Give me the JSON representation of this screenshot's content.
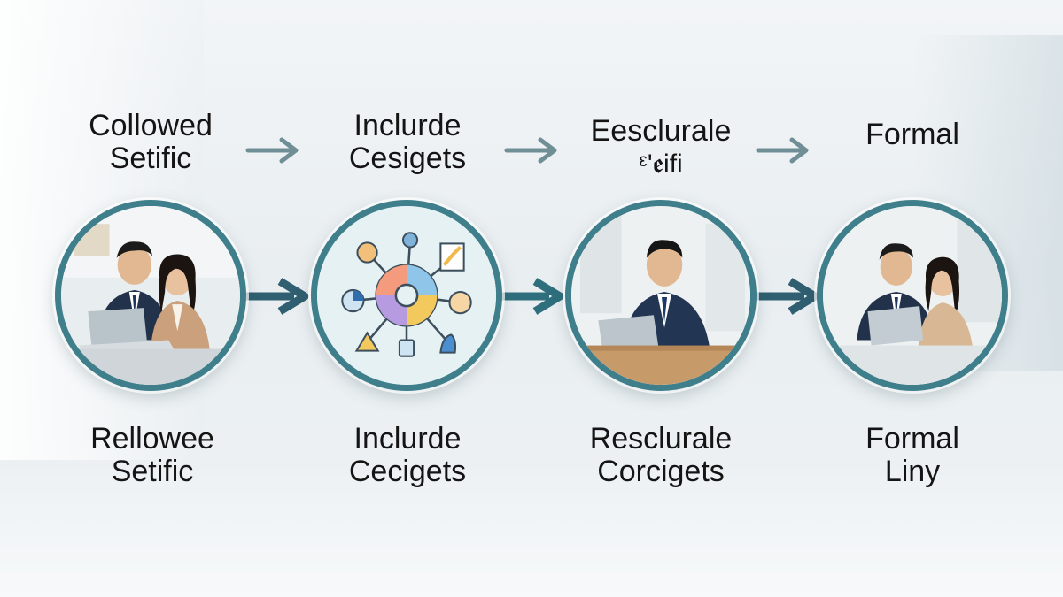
{
  "steps": [
    {
      "top": [
        "Collowed",
        "Setific"
      ],
      "bottom": [
        "Rellowee",
        "Setific"
      ],
      "image": "two-people-laptop-photo"
    },
    {
      "top": [
        "Inclurde",
        "Cesigets"
      ],
      "bottom": [
        "Inclurde",
        "Cecigets"
      ],
      "image": "process-wheel-icon"
    },
    {
      "top": [
        "Eesclurale",
        "ᵋ'ꬲifi"
      ],
      "bottom": [
        "Resclurale",
        "Corcigets"
      ],
      "image": "man-laptop-photo"
    },
    {
      "top": [
        "Formal"
      ],
      "bottom": [
        "Formal",
        "Liny"
      ],
      "image": "two-people-laptop-photo"
    }
  ],
  "colors": {
    "ring": "#3f7f8c",
    "arrow_dark": "#2f5f70",
    "arrow_light": "#6f8e96"
  }
}
